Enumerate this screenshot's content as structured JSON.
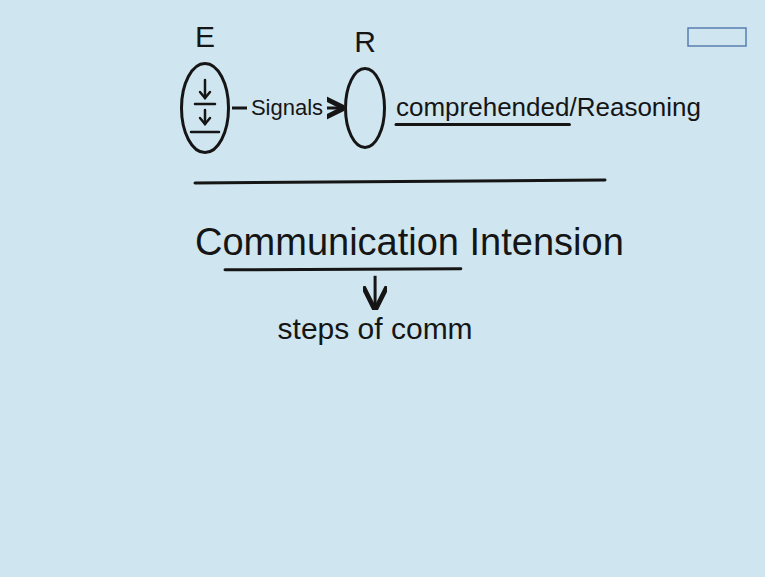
{
  "diagram": {
    "nodes": [
      {
        "text": [
          "E"
        ]
      },
      {
        "text": [
          "R"
        ]
      }
    ],
    "edges": [
      {
        "from": 0,
        "to": 1,
        "label": "Signals",
        "arrow": "to"
      }
    ],
    "labels": [
      "comprehended/Reasoning",
      "Communication Intension",
      "steps of comm"
    ]
  }
}
